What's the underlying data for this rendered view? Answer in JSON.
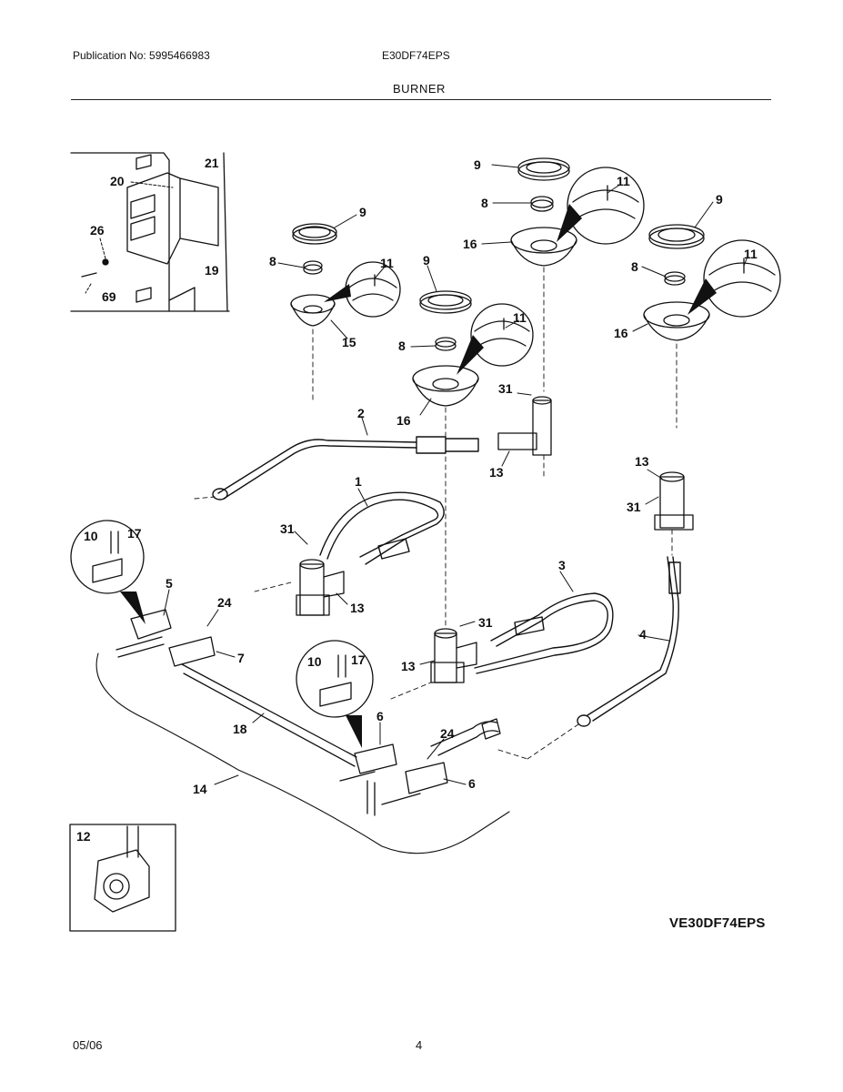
{
  "header": {
    "publication": "Publication No: 5995466983",
    "model": "E30DF74EPS",
    "section": "BURNER"
  },
  "diagram": {
    "callouts": {
      "ignitor_21": "21",
      "ignitor_20": "20",
      "ignitor_26": "26",
      "ignitor_19": "19",
      "ignitor_69": "69",
      "cap_rear_center": "9",
      "ring_rear_center": "8",
      "base_rear_center": "16",
      "elec_rear_center": "11",
      "cap_right": "9",
      "ring_right": "8",
      "base_right": "16",
      "elec_right": "11",
      "cap_left": "9",
      "ring_left": "8",
      "base_left": "15",
      "elec_left": "11",
      "cap_front_center": "9",
      "ring_front_center": "8",
      "base_front_center": "16",
      "elec_front_center": "11",
      "screw_rear_holder": "31",
      "holder_rear": "13",
      "tube_2": "2",
      "tube_1": "1",
      "screw_left_holder": "31",
      "holder_left": "13",
      "holder_right": "13",
      "screw_right_holder": "31",
      "tube_3": "3",
      "screw_front_holder": "31",
      "holder_front": "13",
      "tube_4": "4",
      "switch_upper_10": "10",
      "switch_upper_17": "17",
      "valve_5": "5",
      "orifice_24_upper": "24",
      "valve_7": "7",
      "switch_lower_10": "10",
      "switch_lower_17": "17",
      "valve_6_upper": "6",
      "manifold_18": "18",
      "orifice_24_lower": "24",
      "valve_6_lower": "6",
      "harness_14": "14",
      "regulator_12": "12"
    },
    "variant": "VE30DF74EPS"
  },
  "footer": {
    "date": "05/06",
    "page": "4"
  }
}
